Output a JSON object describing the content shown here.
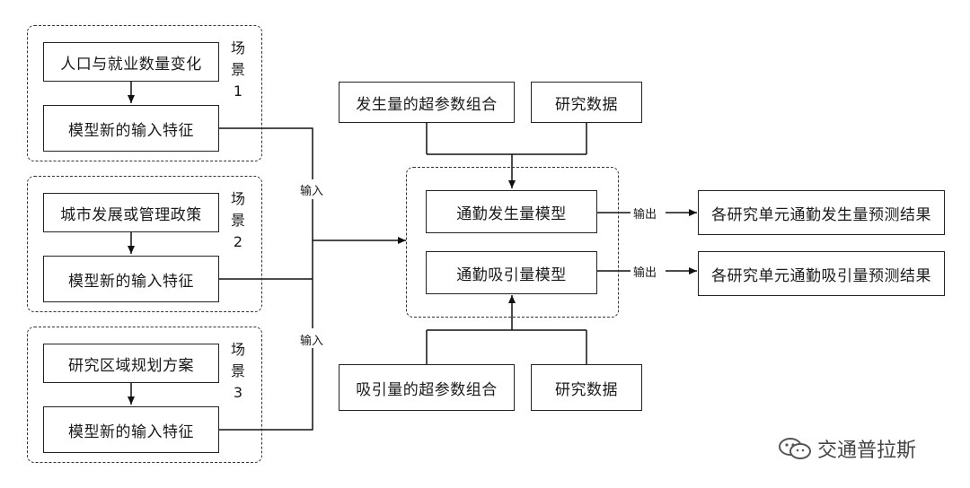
{
  "scenarios": [
    {
      "label": [
        "场",
        "景",
        "1"
      ],
      "top_box": "人口与就业数量变化",
      "bottom_box": "模型新的输入特征"
    },
    {
      "label": [
        "场",
        "景",
        "2"
      ],
      "top_box": "城市发展或管理政策",
      "bottom_box": "模型新的输入特征"
    },
    {
      "label": [
        "场",
        "景",
        "3"
      ],
      "top_box": "研究区域规划方案",
      "bottom_box": "模型新的输入特征"
    }
  ],
  "input_labels": [
    "输入",
    "输入"
  ],
  "top_inputs": {
    "hyperparams": "发生量的超参数组合",
    "data": "研究数据"
  },
  "bottom_inputs": {
    "hyperparams": "吸引量的超参数组合",
    "data": "研究数据"
  },
  "models": {
    "generation": "通勤发生量模型",
    "attraction": "通勤吸引量模型"
  },
  "output_labels": [
    "输出",
    "输出"
  ],
  "results": {
    "generation": "各研究单元通勤发生量预测结果",
    "attraction": "各研究单元通勤吸引量预测结果"
  },
  "watermark": "交通普拉斯"
}
